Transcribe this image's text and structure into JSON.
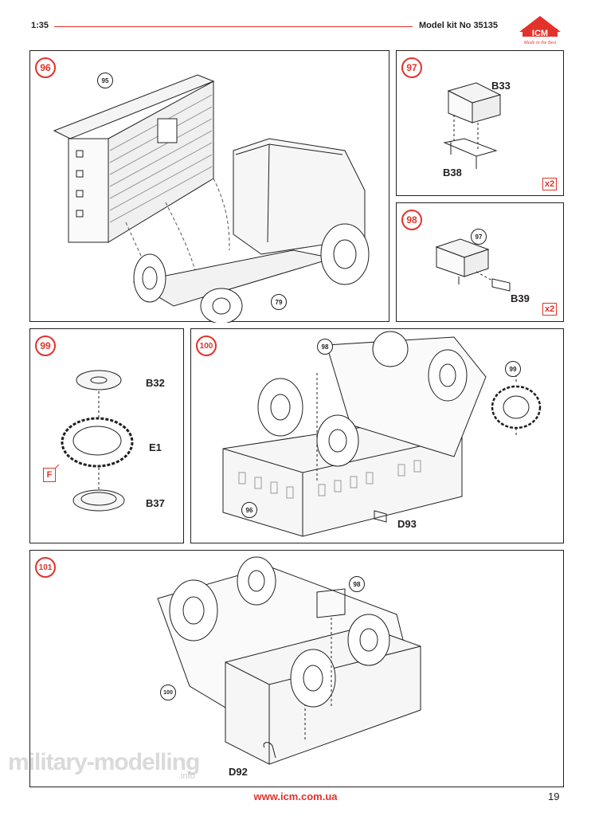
{
  "header": {
    "scale": "1:35",
    "kit_label": "Model kit No 35135",
    "logo_text": "ICM",
    "logo_tagline": "Made in the Best"
  },
  "steps": {
    "s96": {
      "number": "96",
      "refs": [
        "95",
        "79"
      ]
    },
    "s97": {
      "number": "97",
      "parts": [
        "B33",
        "B38"
      ],
      "multiplier": "x2"
    },
    "s98": {
      "number": "98",
      "ref": "97",
      "parts": [
        "B39"
      ],
      "multiplier": "x2"
    },
    "s99": {
      "number": "99",
      "parts": [
        "B32",
        "E1",
        "B37"
      ],
      "flag": "F"
    },
    "s100": {
      "number": "100",
      "refs": [
        "98",
        "99",
        "96"
      ],
      "parts": [
        "D93"
      ]
    },
    "s101": {
      "number": "101",
      "refs": [
        "98",
        "100"
      ],
      "parts": [
        "D92"
      ]
    }
  },
  "footer": {
    "url": "www.icm.com.ua",
    "page": "19"
  },
  "watermark": {
    "text": "military-modelling",
    "suffix": ".info"
  },
  "colors": {
    "accent_red": "#e3322b",
    "ink": "#231f20"
  }
}
